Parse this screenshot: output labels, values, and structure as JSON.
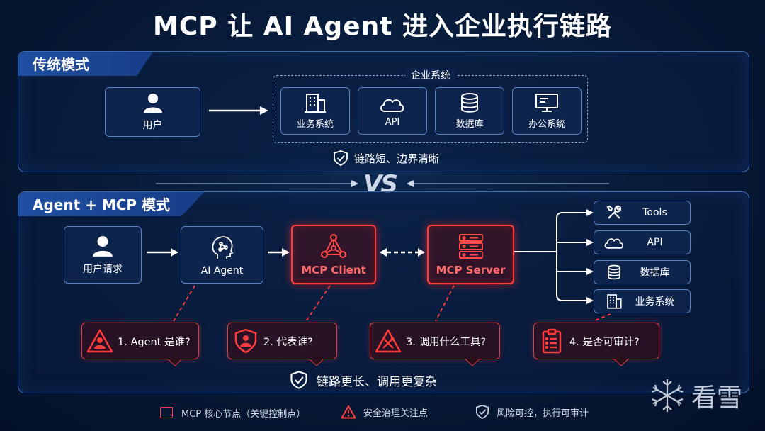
{
  "title": "MCP 让 AI Agent 进入企业执行链路",
  "traditional": {
    "tab": "传统模式",
    "user": "用户",
    "group_title": "企业系统",
    "systems": [
      {
        "label": "业务系统",
        "icon": "building-icon"
      },
      {
        "label": "API",
        "icon": "cloud-icon"
      },
      {
        "label": "数据库",
        "icon": "database-icon"
      },
      {
        "label": "办公系统",
        "icon": "monitor-icon"
      }
    ],
    "summary": "链路短、边界清晰"
  },
  "vs": "VS",
  "agent_mode": {
    "tab": "Agent + MCP 模式",
    "nodes": [
      {
        "label": "用户请求",
        "icon": "user-icon"
      },
      {
        "label": "AI Agent",
        "icon": "ai-head-icon"
      },
      {
        "label": "MCP Client",
        "icon": "network-icon"
      },
      {
        "label": "MCP Server",
        "icon": "server-icon"
      }
    ],
    "targets": [
      {
        "label": "Tools",
        "icon": "tools-icon"
      },
      {
        "label": "API",
        "icon": "cloud-icon"
      },
      {
        "label": "数据库",
        "icon": "database-icon"
      },
      {
        "label": "业务系统",
        "icon": "building-icon"
      }
    ],
    "questions": [
      {
        "label": "1. Agent 是谁?",
        "icon": "warning-user-icon"
      },
      {
        "label": "2. 代表谁?",
        "icon": "shield-user-icon"
      },
      {
        "label": "3. 调用什么工具?",
        "icon": "warning-tools-icon"
      },
      {
        "label": "4. 是否可审计?",
        "icon": "clipboard-icon"
      }
    ],
    "summary": "链路更长、调用更复杂"
  },
  "legend": [
    {
      "label": "MCP 核心节点（关键控制点）",
      "icon": "red-square-icon"
    },
    {
      "label": "安全治理关注点",
      "icon": "warning-icon"
    },
    {
      "label": "风险可控，执行可审计",
      "icon": "shield-check-icon"
    }
  ],
  "watermark": "看雪",
  "colors": {
    "accent_red": "#ff3b3b",
    "accent_blue": "#5a82c2",
    "background": "#071a36"
  }
}
